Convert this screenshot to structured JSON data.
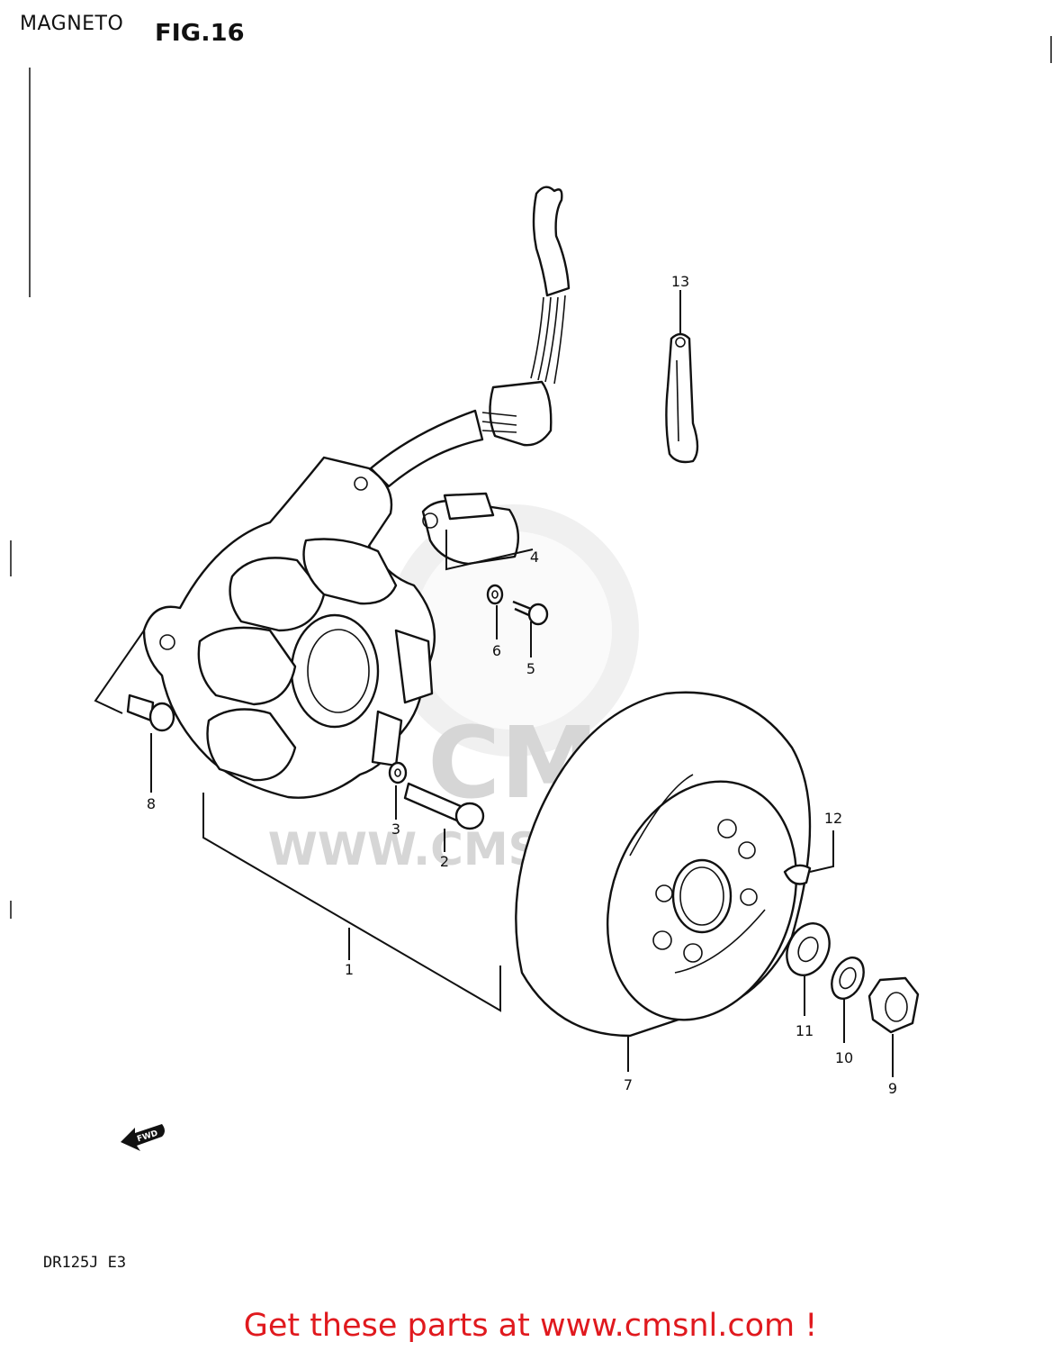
{
  "header": {
    "section_title": "MAGNETO",
    "figure_label": "FIG.16"
  },
  "model_code": "DR125J  E3",
  "footer_link_text": "Get these parts at www.cmsnl.com !",
  "watermark": {
    "brand": "CMS",
    "url": "WWW.CMSNL.COM"
  },
  "fwd_label": "FWD",
  "callouts": [
    "1",
    "2",
    "3",
    "4",
    "5",
    "6",
    "7",
    "8",
    "9",
    "10",
    "11",
    "12",
    "13"
  ],
  "colors": {
    "footer_text": "#e0191e",
    "line_art": "#111111",
    "watermark": "#d9d9d9"
  }
}
